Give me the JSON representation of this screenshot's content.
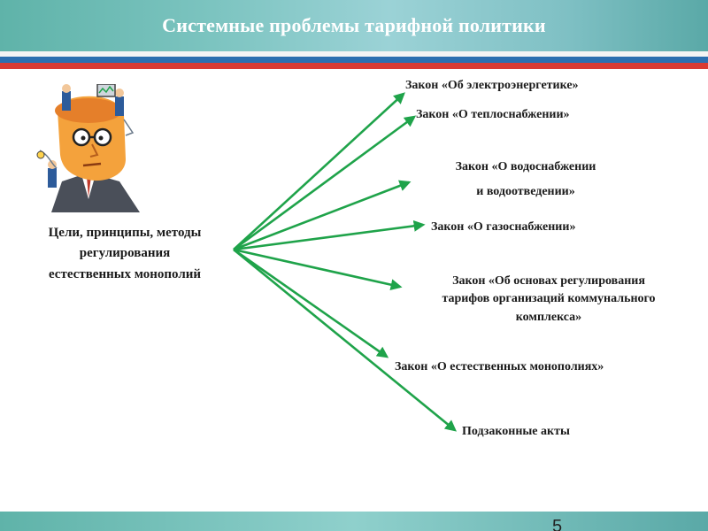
{
  "header": {
    "title": "Системные проблемы тарифной политики"
  },
  "center_label": {
    "line1": "Цели, принципы, методы",
    "line2": "регулирования",
    "line3": "естественных монополий"
  },
  "laws": [
    {
      "line1": "Закон «Об электроэнергетике»"
    },
    {
      "line1": "Закон «О теплоснабжении»"
    },
    {
      "line1": "Закон «О водоснабжении",
      "line2": "и водоотведении»"
    },
    {
      "line1": "Закон «О газоснабжении»"
    },
    {
      "line1": "Закон «Об основах регулирования",
      "line2": "тарифов организаций коммунального",
      "line3": "комплекса»"
    },
    {
      "line1": "Закон «О естественных монополиях»"
    },
    {
      "line1": "Подзаконные акты"
    }
  ],
  "footer": {
    "page_number": "5"
  },
  "colors": {
    "arrow": "#1fa34a",
    "header": "#6fbcb8",
    "flag_blue": "#2c6fb0",
    "flag_red": "#d93a33"
  },
  "illustration": {
    "icon": "brainstorm-man-icon"
  }
}
